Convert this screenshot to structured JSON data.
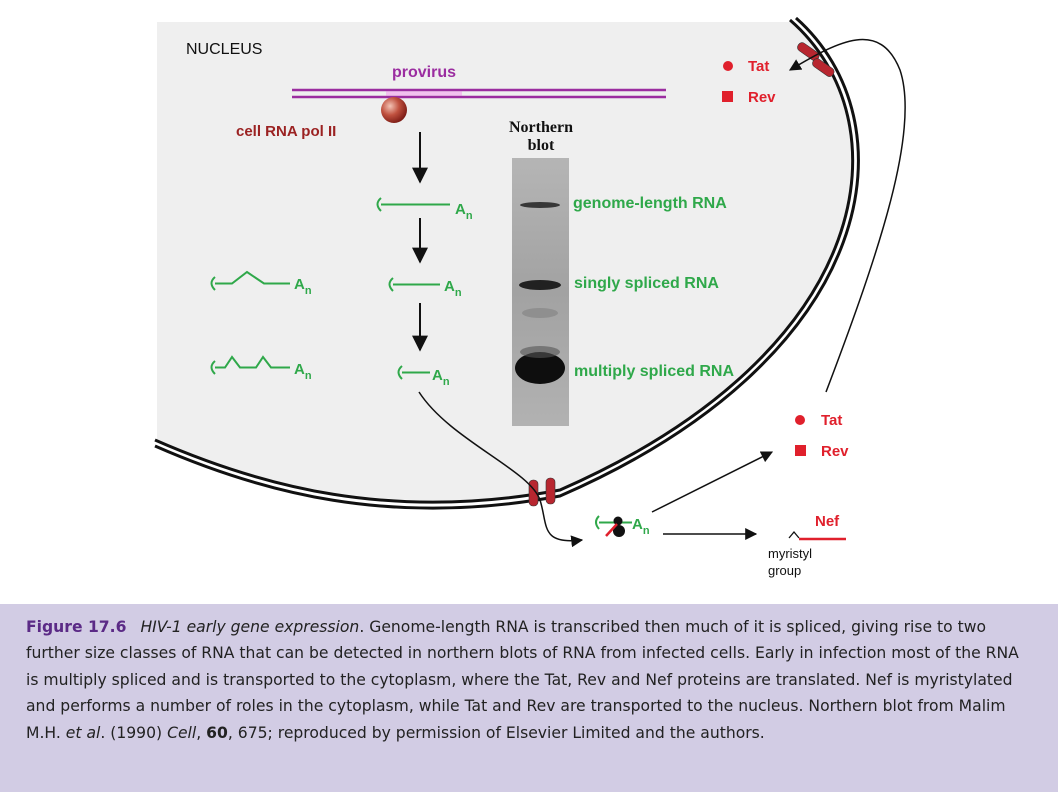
{
  "diagram": {
    "nucleus_label": "NUCLEUS",
    "provirus_label": "provirus",
    "polymerase_label": "cell RNA pol II",
    "blot_title_line1": "Northern",
    "blot_title_line2": "blot",
    "bands": [
      {
        "label": "genome-length RNA"
      },
      {
        "label": "singly spliced RNA"
      },
      {
        "label": "multiply spliced RNA"
      }
    ],
    "polyA": "A",
    "polyA_sub": "n",
    "nuclear_proteins": {
      "tat": "Tat",
      "rev": "Rev"
    },
    "cytoplasm_proteins": {
      "tat": "Tat",
      "rev": "Rev"
    },
    "nef_label": "Nef",
    "myristyl_line1": "myristyl",
    "myristyl_line2": "group",
    "colors": {
      "green": "#2fa84a",
      "red": "#e0202c",
      "purple": "#9b2da0",
      "darkred": "#9b2222",
      "nucleus_fill": "#efefef",
      "pore": "#b8262f"
    }
  },
  "caption": {
    "number": "Figure 17.6",
    "title": "HIV-1 early gene expression",
    "text_1": ". Genome-length RNA is transcribed then much of it is spliced, giving rise to two further size classes of RNA that can be detected in northern blots of RNA from infected cells. Early in infection most of the RNA is multiply spliced and is transported to the cytoplasm, where the Tat, Rev and Nef proteins are translated. Nef is myristylated and performs a number of roles in the cytoplasm, while Tat and Rev are transported to the nucleus. Northern blot from Malim M.H. ",
    "etal": "et al",
    "text_2": ". (1990) ",
    "journal": "Cell",
    "text_3": ", ",
    "volume": "60",
    "text_4": ", 675; reproduced by permission of Elsevier Limited and the authors."
  }
}
